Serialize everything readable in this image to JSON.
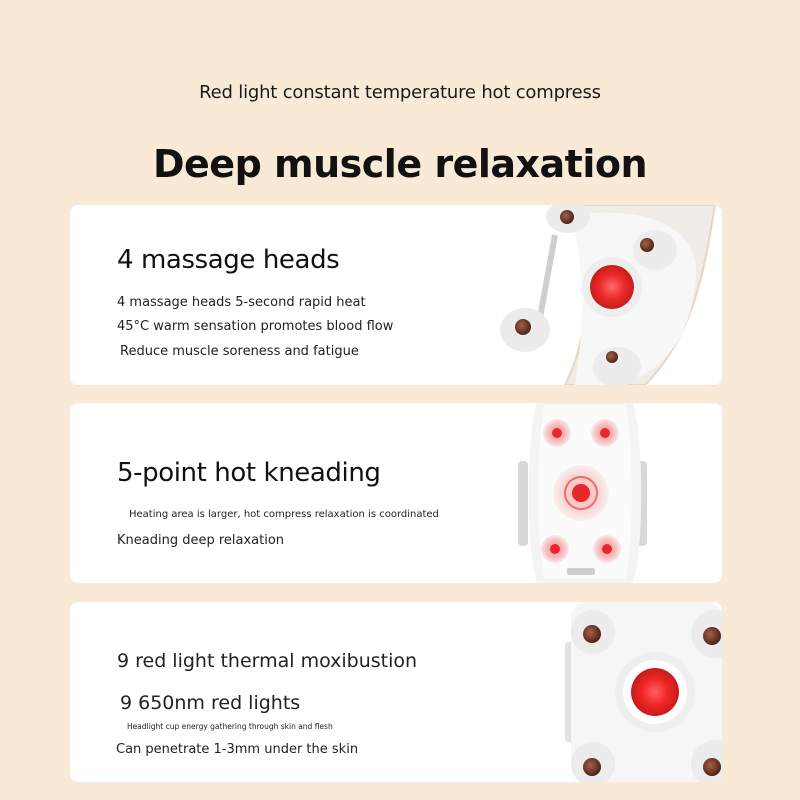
{
  "header": {
    "subtitle": "Red light constant temperature hot compress",
    "title": "Deep muscle relaxation"
  },
  "cards": [
    {
      "heading": "4 massage heads",
      "lines": [
        "4 massage heads 5-second rapid heat",
        "45°C warm sensation promotes blood flow",
        "Reduce muscle soreness and fatigue"
      ]
    },
    {
      "heading": "5-point hot kneading",
      "lines": [
        "Heating area is larger, hot compress relaxation is coordinated",
        "Kneading deep relaxation"
      ]
    },
    {
      "heading": "9 red light thermal moxibustion",
      "lines": [
        "9 650nm red lights",
        "Headlight cup energy gathering through skin and flesh",
        "Can penetrate 1-3mm under the skin"
      ]
    }
  ],
  "colors": {
    "background": "#f9ead8",
    "card": "#ffffff",
    "red_light": "#e8262b",
    "massage_head": "#7a3d2a"
  }
}
